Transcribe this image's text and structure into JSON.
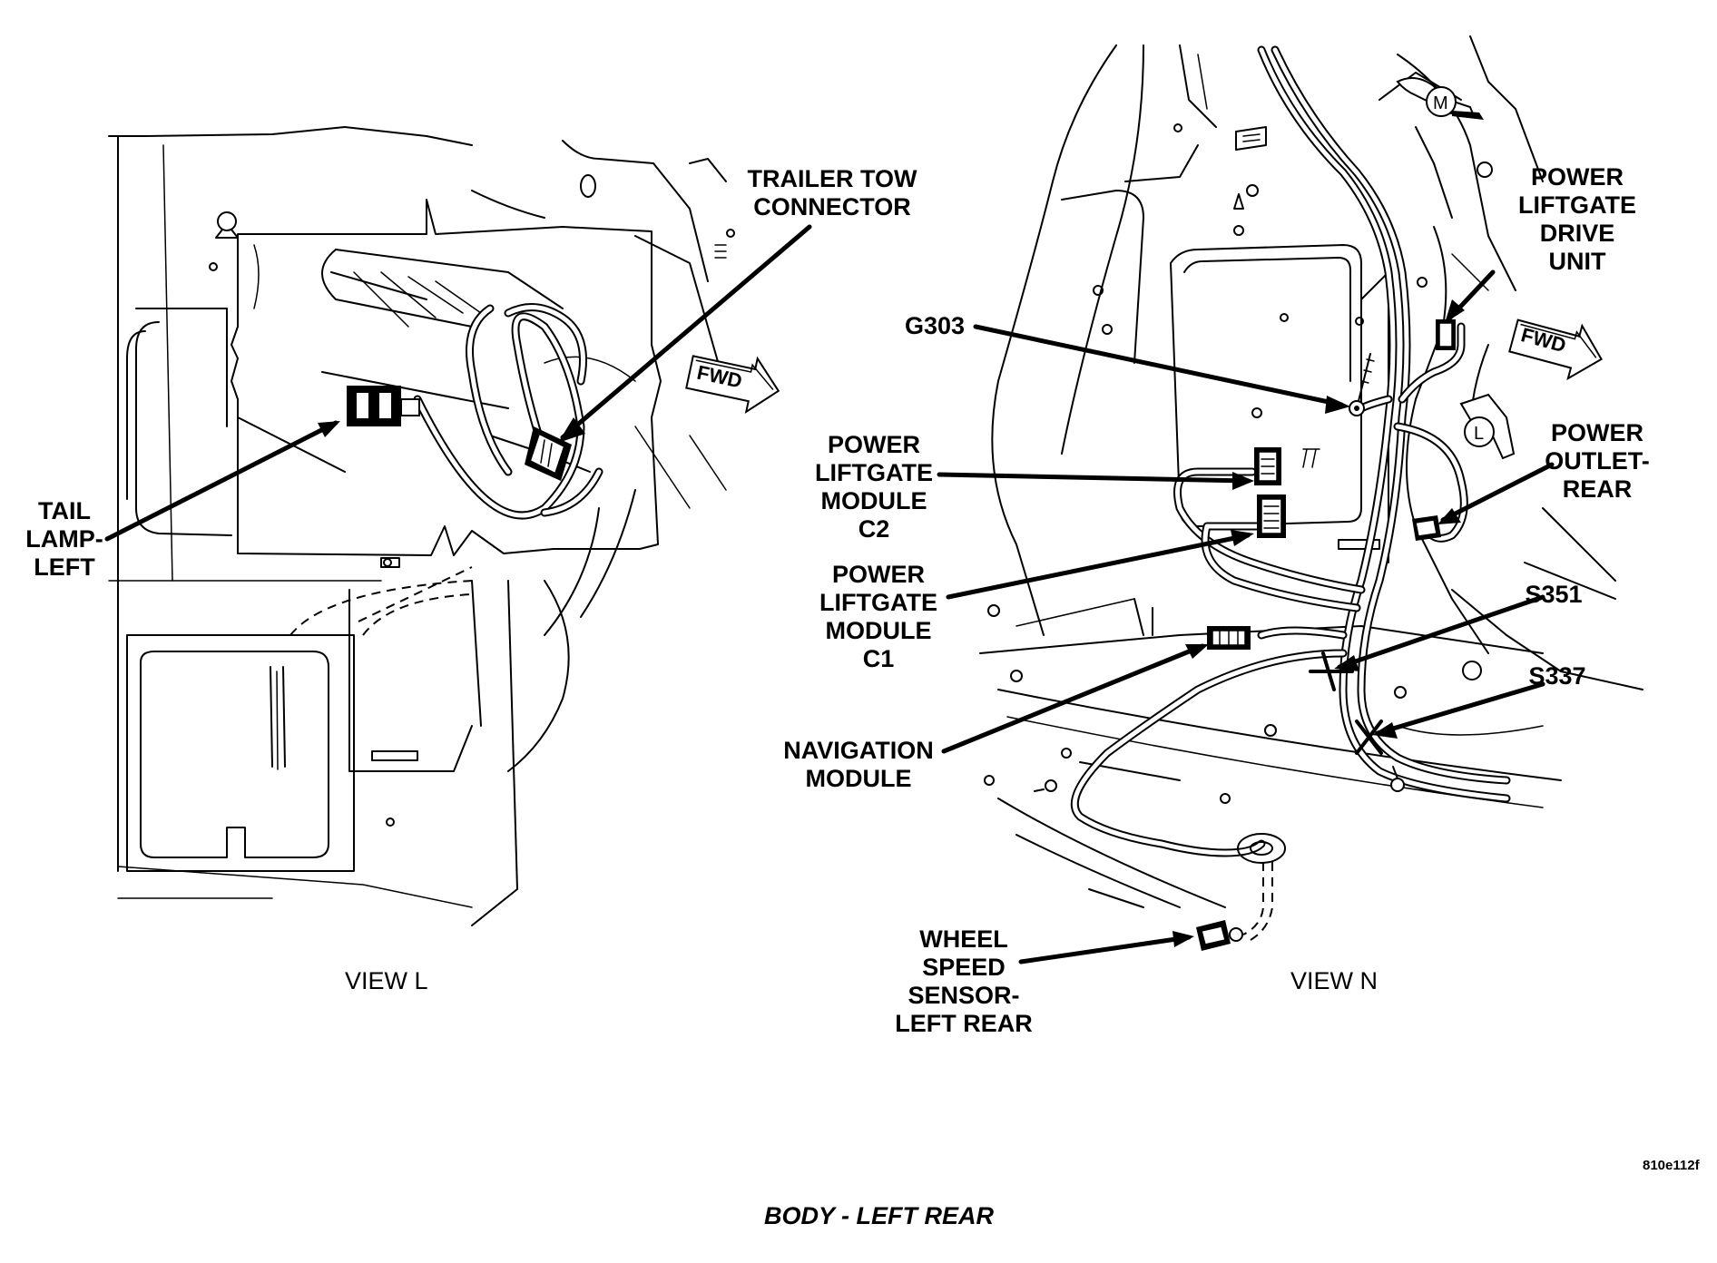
{
  "labels": {
    "trailer_tow_connector": [
      "TRAILER TOW",
      "CONNECTOR"
    ],
    "tail_lamp_left": [
      "TAIL",
      "LAMP-",
      "LEFT"
    ],
    "view_l": "VIEW L",
    "g303": "G303",
    "power_liftgate_module_c2": [
      "POWER",
      "LIFTGATE",
      "MODULE",
      "C2"
    ],
    "power_liftgate_module_c1": [
      "POWER",
      "LIFTGATE",
      "MODULE",
      "C1"
    ],
    "navigation_module": [
      "NAVIGATION",
      "MODULE"
    ],
    "wheel_speed_sensor": [
      "WHEEL",
      "SPEED",
      "SENSOR-",
      "LEFT REAR"
    ],
    "power_liftgate_drive_unit": [
      "POWER",
      "LIFTGATE",
      "DRIVE",
      "UNIT"
    ],
    "power_outlet_rear": [
      "POWER",
      "OUTLET-",
      "REAR"
    ],
    "s351": "S351",
    "s337": "S337",
    "view_n": "VIEW N",
    "fwd": "FWD",
    "marker_m": "M",
    "marker_l": "L"
  },
  "figure_code": "810e112f",
  "caption": "BODY - LEFT REAR"
}
